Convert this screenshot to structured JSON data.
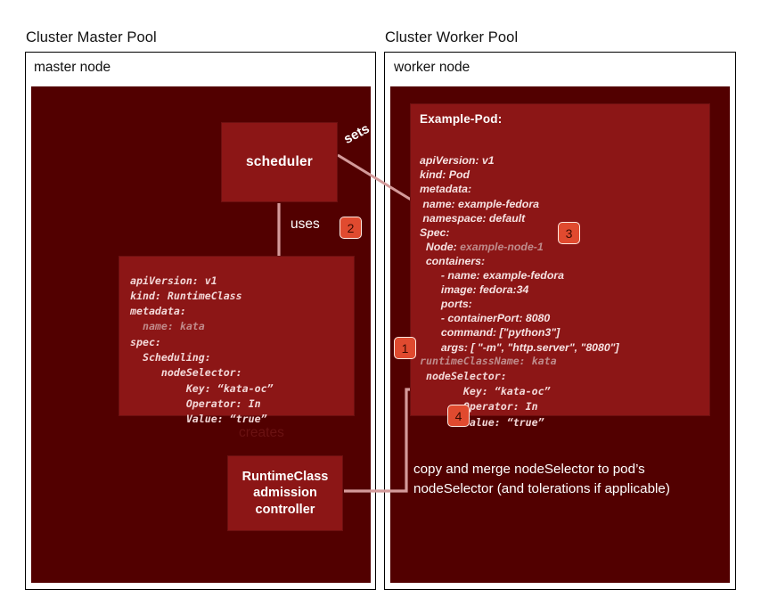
{
  "pools": {
    "master": {
      "caption": "Cluster Master Pool",
      "node_label": "master node"
    },
    "worker": {
      "caption": "Cluster Worker Pool",
      "node_label": "worker node"
    }
  },
  "master_node": {
    "scheduler_label": "scheduler",
    "admission_controller_label": "RuntimeClass\nadmission\ncontroller",
    "runtimeclass_manifest": "apiVersion: v1\nkind: RuntimeClass\nmetadata:\n  name: kata\nspec:\n  Scheduling:\n     nodeSelector:\n         Key: “kata-oc”\n         Operator: In\n         Value: “true”",
    "runtimeclass_manifest_lines": [
      "apiVersion: v1",
      "kind: RuntimeClass",
      "metadata:",
      "  name: kata",
      "spec:",
      "  Scheduling:",
      "     nodeSelector:",
      "         Key: “kata-oc”",
      "         Operator: In",
      "         Value: “true”"
    ],
    "dim_line": "  name: kata"
  },
  "worker_node": {
    "pod_title": "Example-Pod:",
    "pod_manifest_upper_lines": [
      "apiVersion: v1",
      "kind: Pod",
      "metadata:",
      " name: example-fedora",
      " namespace: default",
      "Spec:",
      "  Node: example-node-1",
      "  containers:",
      "       - name: example-fedora",
      "       image: fedora:34",
      "       ports:",
      "       - containerPort: 8080",
      "       command: [\"python3\"]",
      "       args: [ \"-m\", \"http.server\", \"8080\"]"
    ],
    "pod_node_value_dim": "example-node-1",
    "pod_manifest_lower_lines": [
      "runtimeClassName: kata",
      " nodeSelector:",
      "       Key: “kata-oc”",
      "       Operator: In",
      "       Value: “true”"
    ],
    "pod_runtimeclass_dim": "runtimeClassName: kata",
    "merge_note": "copy and merge nodeSelector to pod’s nodeSelector (and tolerations if applicable)"
  },
  "connectors": {
    "uses": "uses",
    "sets": "sets",
    "creates": "creates"
  },
  "badges": {
    "one": "1",
    "two": "2",
    "three": "3",
    "four": "4"
  },
  "colors": {
    "node_background": "#520000",
    "box_background": "#8c1616",
    "badge": "#e04a2f",
    "arrow": "#d49a9a",
    "code_text": "#f3d8d8",
    "dim_text": "#bf8c8c"
  }
}
